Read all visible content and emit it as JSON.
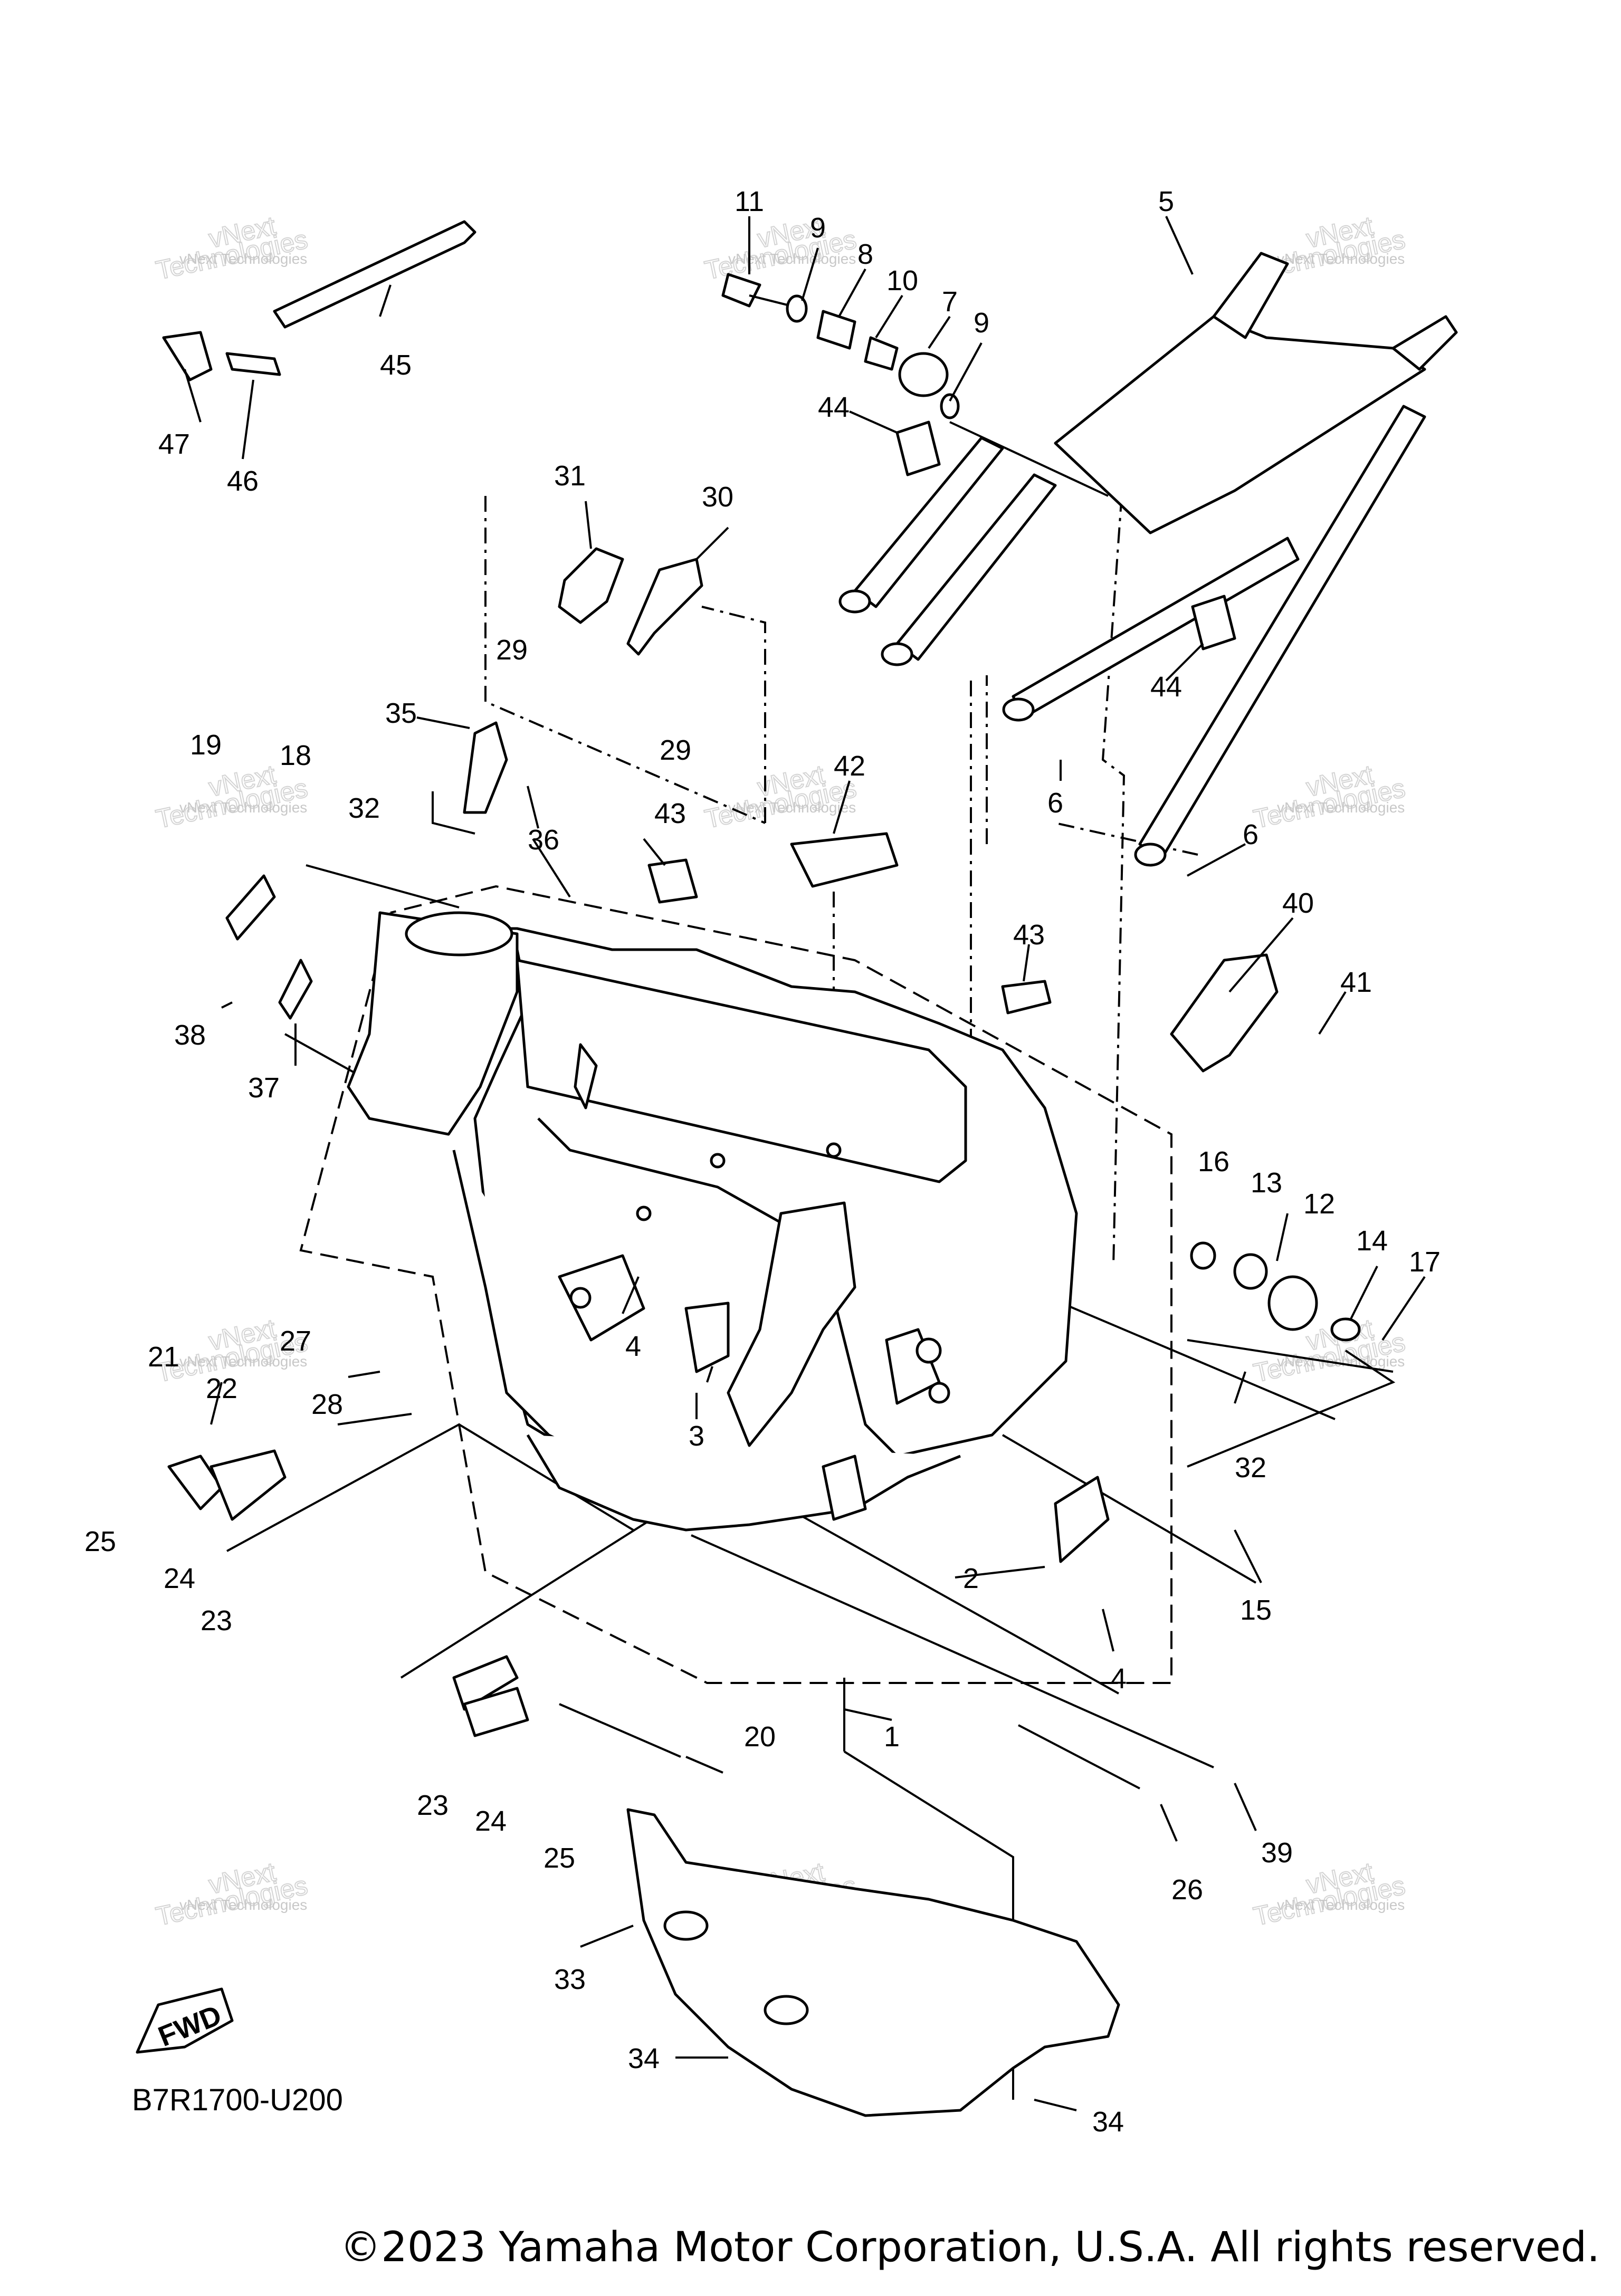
{
  "diagram": {
    "reference_code": "B7R1700-U200",
    "fwd_label": "FWD",
    "watermark_line": "vNext Technologies",
    "watermark_big": "Technologies",
    "watermark_small": "vNext",
    "copyright": "©2023 Yamaha Motor Corporation, U.S.A. All rights reserved.",
    "callouts": [
      {
        "id": "1"
      },
      {
        "id": "2"
      },
      {
        "id": "3"
      },
      {
        "id": "4"
      },
      {
        "id": "4"
      },
      {
        "id": "5"
      },
      {
        "id": "6"
      },
      {
        "id": "6"
      },
      {
        "id": "7"
      },
      {
        "id": "8"
      },
      {
        "id": "9"
      },
      {
        "id": "9"
      },
      {
        "id": "10"
      },
      {
        "id": "11"
      },
      {
        "id": "12"
      },
      {
        "id": "13"
      },
      {
        "id": "14"
      },
      {
        "id": "15"
      },
      {
        "id": "16"
      },
      {
        "id": "17"
      },
      {
        "id": "18"
      },
      {
        "id": "19"
      },
      {
        "id": "20"
      },
      {
        "id": "21"
      },
      {
        "id": "22"
      },
      {
        "id": "23"
      },
      {
        "id": "23"
      },
      {
        "id": "24"
      },
      {
        "id": "24"
      },
      {
        "id": "25"
      },
      {
        "id": "25"
      },
      {
        "id": "26"
      },
      {
        "id": "27"
      },
      {
        "id": "28"
      },
      {
        "id": "29"
      },
      {
        "id": "29"
      },
      {
        "id": "30"
      },
      {
        "id": "31"
      },
      {
        "id": "32"
      },
      {
        "id": "32"
      },
      {
        "id": "33"
      },
      {
        "id": "34"
      },
      {
        "id": "34"
      },
      {
        "id": "35"
      },
      {
        "id": "36"
      },
      {
        "id": "37"
      },
      {
        "id": "38"
      },
      {
        "id": "39"
      },
      {
        "id": "40"
      },
      {
        "id": "41"
      },
      {
        "id": "42"
      },
      {
        "id": "43"
      },
      {
        "id": "43"
      },
      {
        "id": "44"
      },
      {
        "id": "44"
      },
      {
        "id": "45"
      },
      {
        "id": "46"
      },
      {
        "id": "47"
      }
    ]
  }
}
